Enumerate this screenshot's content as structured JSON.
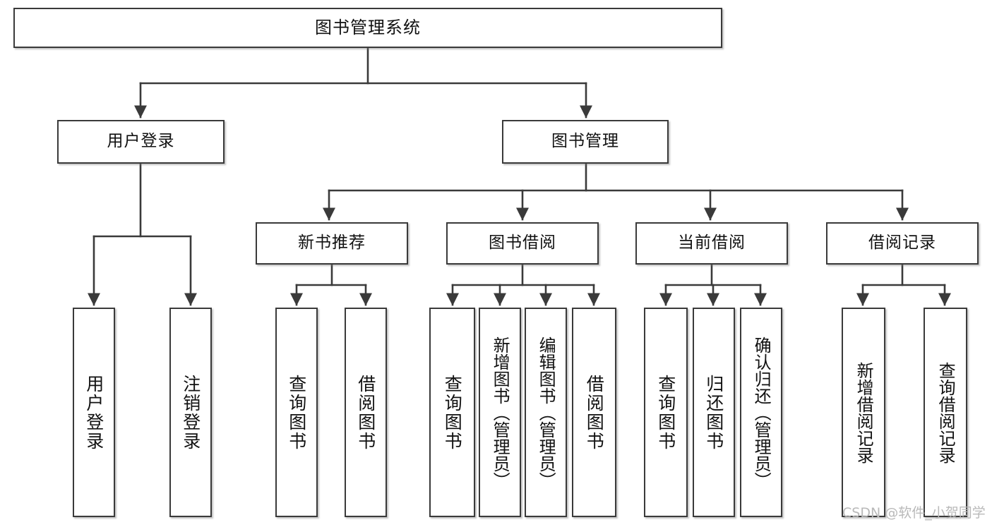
{
  "diagram": {
    "title": "图书管理系统",
    "type": "tree-hierarchy",
    "root": {
      "label": "图书管理系统"
    },
    "level2": [
      {
        "label": "用户登录"
      },
      {
        "label": "图书管理"
      }
    ],
    "level3": [
      {
        "label": "新书推荐"
      },
      {
        "label": "图书借阅"
      },
      {
        "label": "当前借阅"
      },
      {
        "label": "借阅记录"
      }
    ],
    "leaves": {
      "user_login": [
        {
          "label": "用户登录"
        },
        {
          "label": "注销登录"
        }
      ],
      "new_book_recommend": [
        {
          "label": "查询图书"
        },
        {
          "label": "借阅图书"
        }
      ],
      "book_borrow": [
        {
          "label": "查询图书"
        },
        {
          "label": "新增图书（管理员）"
        },
        {
          "label": "编辑图书（管理员）"
        },
        {
          "label": "借阅图书"
        }
      ],
      "current_borrow": [
        {
          "label": "查询图书"
        },
        {
          "label": "归还图书"
        },
        {
          "label": "确认归还（管理员）"
        }
      ],
      "borrow_record": [
        {
          "label": "新增借阅记录"
        },
        {
          "label": "查询借阅记录"
        }
      ]
    }
  },
  "watermark": {
    "text": "CSDN @软件_小贺同学"
  },
  "colors": {
    "box_border": "#3a3a3a",
    "box_fill": "#ffffff",
    "connector": "#3a3a3a",
    "text": "#111111",
    "watermark": "#b9b9b9",
    "background": "#ffffff"
  }
}
